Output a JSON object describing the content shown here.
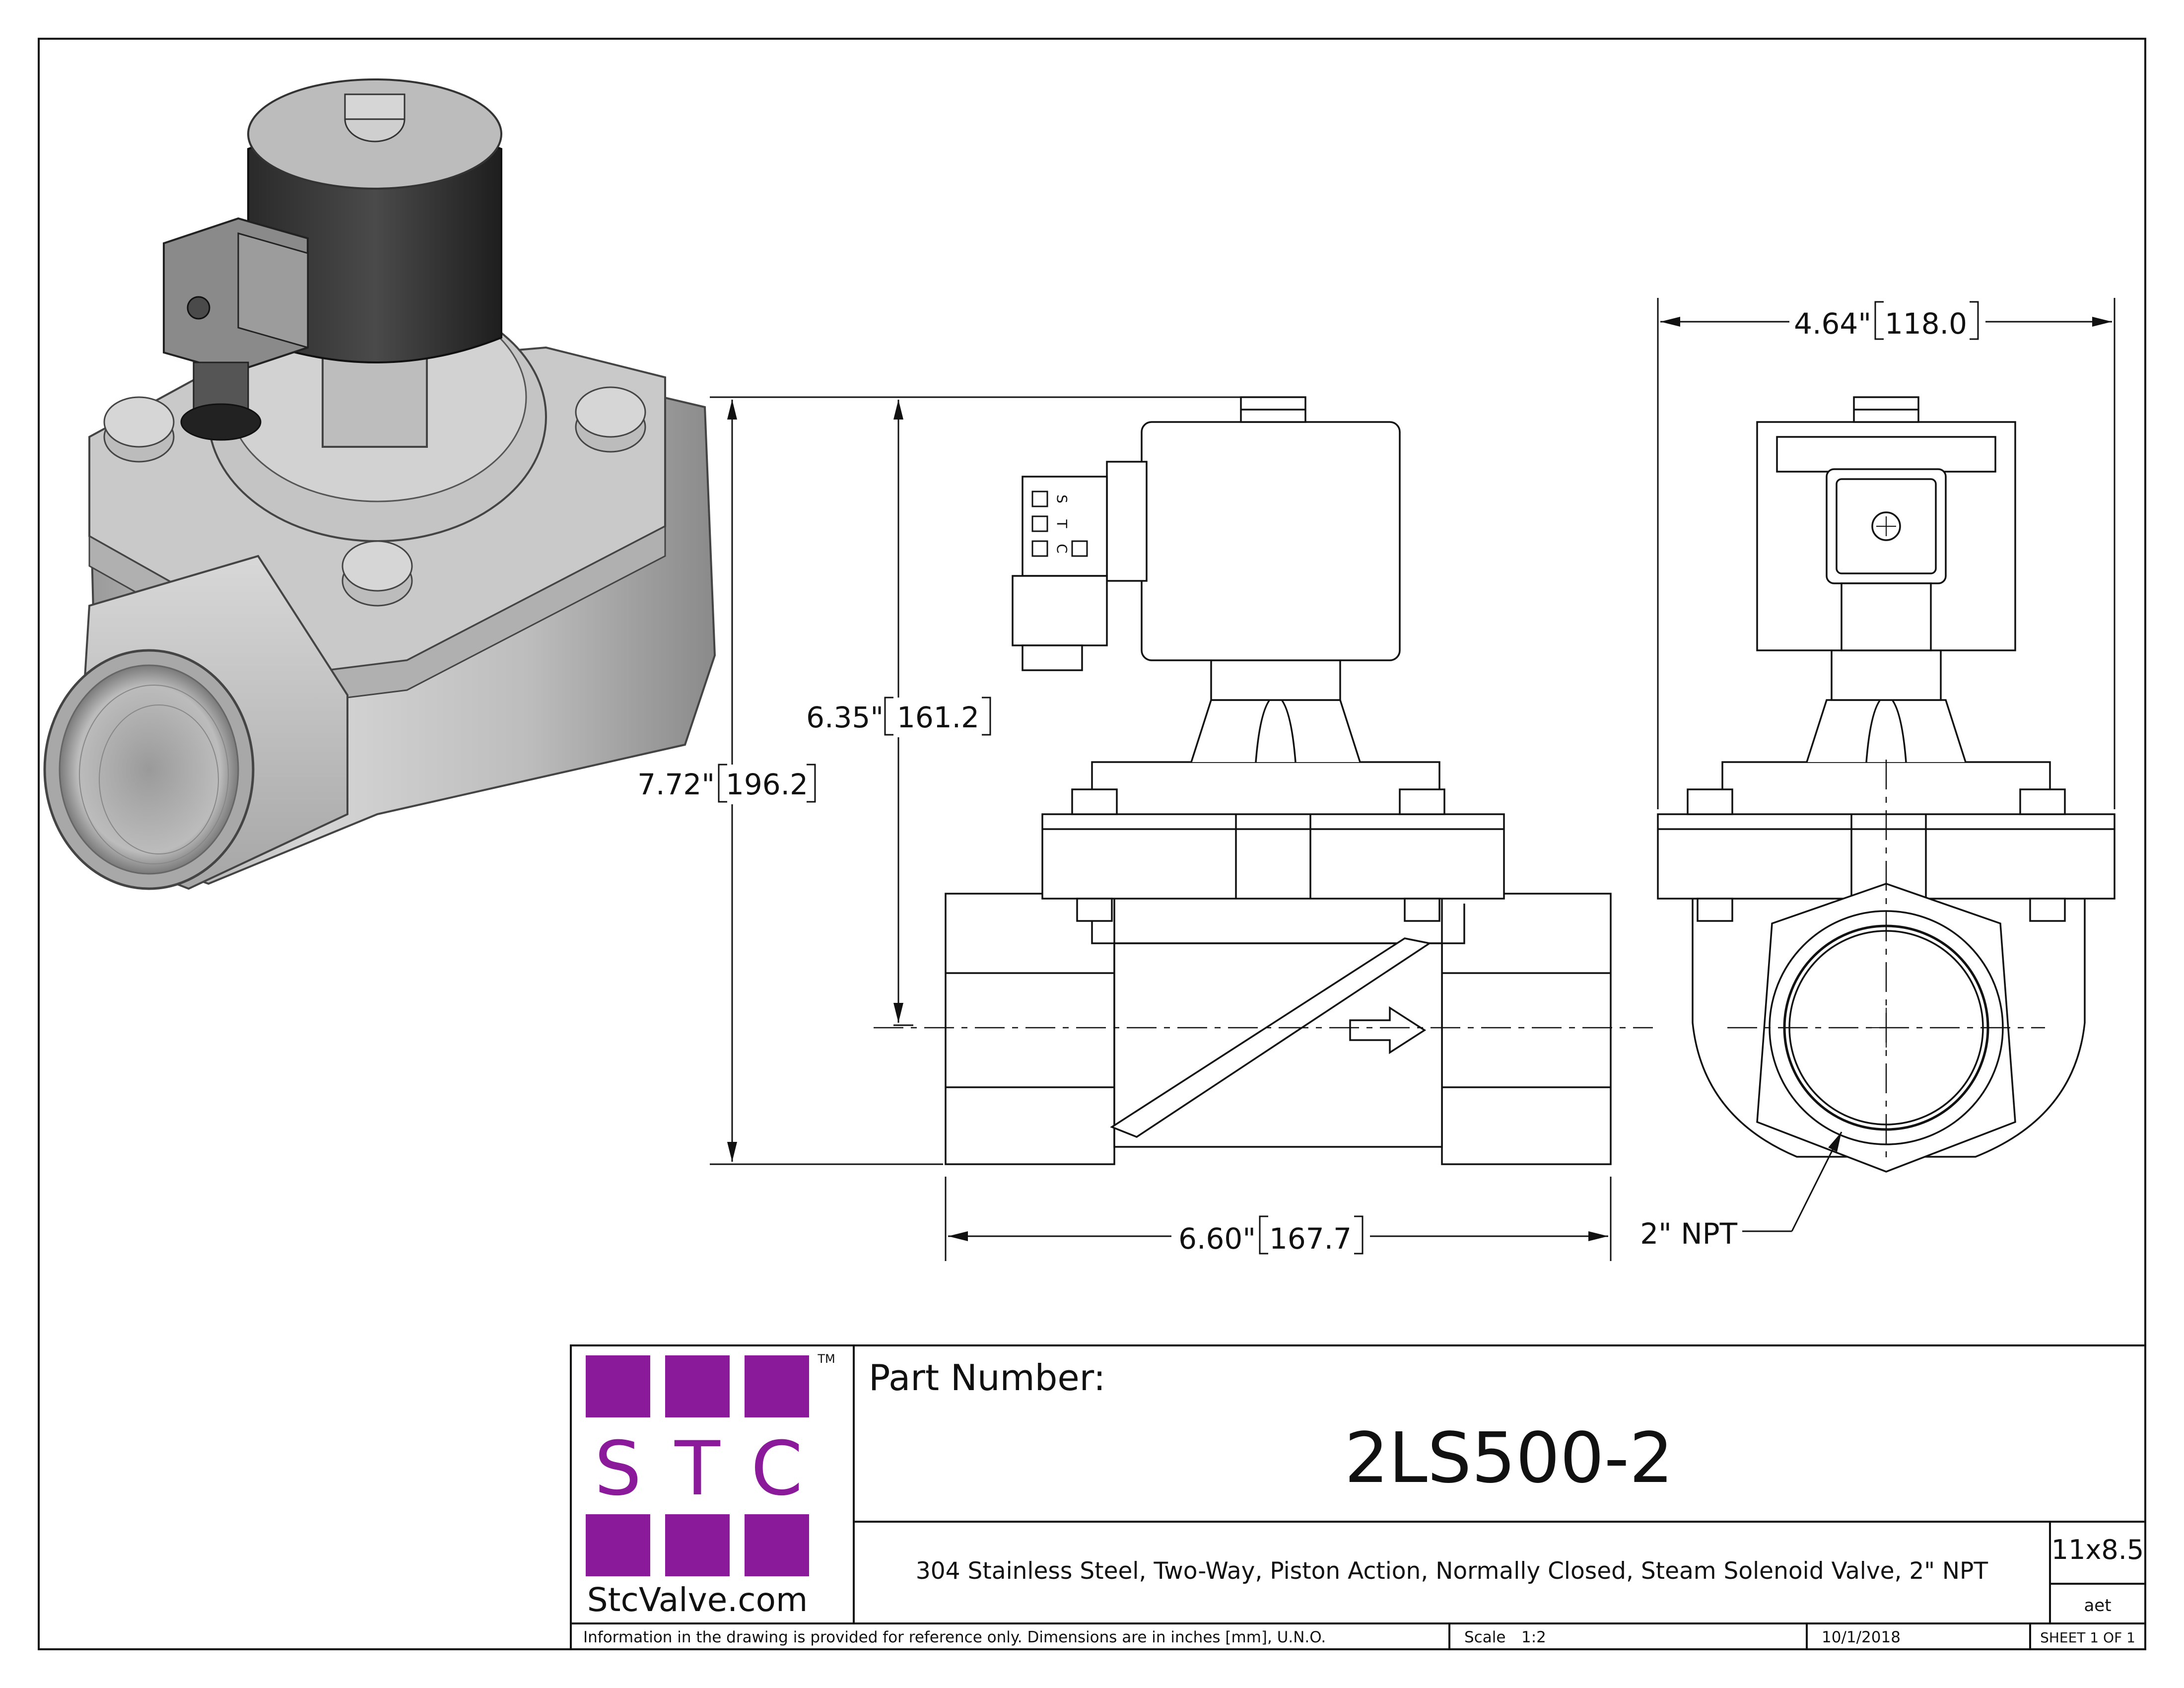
{
  "dimensions": {
    "overall_height_in": "7.72\"",
    "overall_height_mm": "196.2",
    "centerline_height_in": "6.35\"",
    "centerline_height_mm": "161.2",
    "length_in": "6.60\"",
    "length_mm": "167.7",
    "width_in": "4.64\"",
    "width_mm": "118.0",
    "port_callout": "2\" NPT"
  },
  "connector_label": [
    "S",
    "T",
    "C"
  ],
  "logo": {
    "letters": [
      "S",
      "T",
      "C"
    ],
    "trademark": "TM",
    "website": "StcValve.com",
    "color": "#8b1a9b"
  },
  "title_block": {
    "part_number_label": "Part Number:",
    "part_number": "2LS500-2",
    "description": "304 Stainless Steel, Two-Way, Piston Action, Normally Closed, Steam Solenoid Valve, 2\" NPT",
    "sheet_size": "11x8.5",
    "drawn_by": "aet",
    "disclaimer": "Information in the drawing is provided for reference only. Dimensions are in inches [mm], U.N.O.",
    "scale_label": "Scale",
    "scale_value": "1:2",
    "date": "10/1/2018",
    "sheet": "SHEET 1 OF 1"
  }
}
